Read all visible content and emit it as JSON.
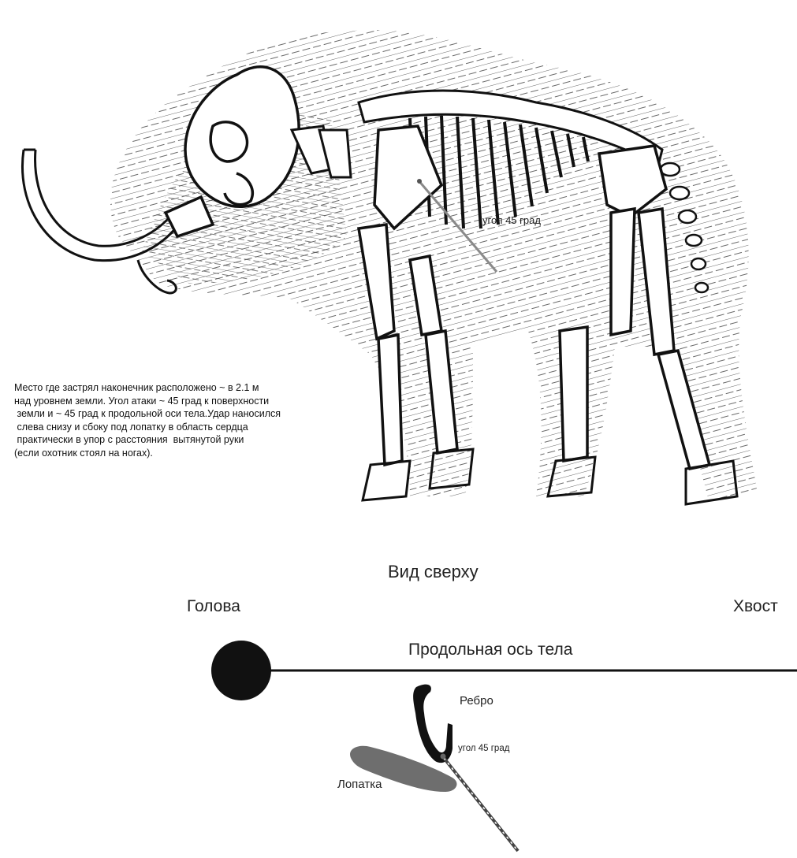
{
  "illustration": {
    "angle_label": "угол 45 град",
    "caption_lines": [
      "Место где застрял наконечник расположено ~ в 2.1 м",
      "над уровнем земли. Угол атаки ~ 45 град к поверхности",
      " земли и ~ 45 град к продольной оси тела.Удар наносился",
      " слева снизу и сбоку под лопатку в область сердца",
      " практически в упор с расстояния  вытянутой руки",
      "(если охотник стоял на ногах)."
    ]
  },
  "top_view": {
    "title": "Вид сверху",
    "head_label": "Голова",
    "tail_label": "Хвост",
    "axis_label": "Продольная ось тела",
    "rib_label": "Ребро",
    "angle_label": "угол 45 град",
    "scapula_label": "Лопатка"
  },
  "colors": {
    "ink": "#1a1a1a",
    "arrow": "#8a8a8a",
    "scapula": "#6e6e6e",
    "background": "#ffffff"
  }
}
